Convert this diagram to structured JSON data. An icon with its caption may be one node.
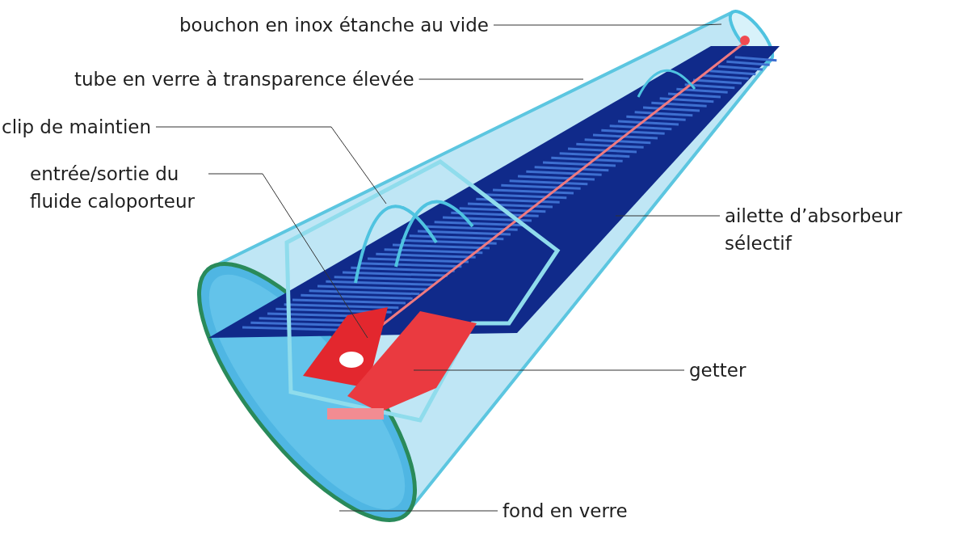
{
  "diagram": {
    "nodes": [
      {
        "text": [
          "bouchon en inox étanche au vide"
        ]
      },
      {
        "text": [
          "tube en verre à transparence élevée"
        ]
      },
      {
        "text": [
          "clip de maintien"
        ]
      },
      {
        "text": [
          "entrée/sortie du fluide caloporteur"
        ]
      },
      {
        "text": [
          "ailette d’absorbeur sélectif"
        ]
      },
      {
        "text": [
          "getter"
        ]
      },
      {
        "text": [
          "fond en verre"
        ]
      }
    ],
    "edges": [
      {
        "from": 0,
        "to": null,
        "arrow": "none"
      },
      {
        "from": 1,
        "to": null,
        "arrow": "none"
      },
      {
        "from": 2,
        "to": null,
        "arrow": "none"
      },
      {
        "from": 3,
        "to": null,
        "arrow": "none"
      },
      {
        "from": 4,
        "to": null,
        "arrow": "none"
      },
      {
        "from": 5,
        "to": null,
        "arrow": "none"
      },
      {
        "from": 6,
        "to": null,
        "arrow": "none"
      }
    ]
  }
}
